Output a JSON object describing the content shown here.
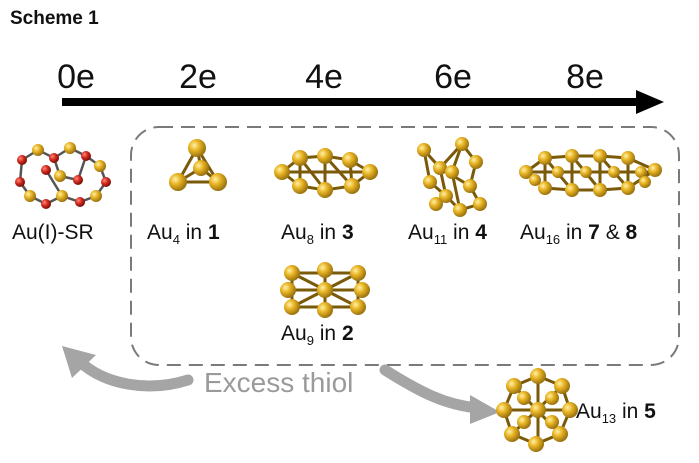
{
  "title": "Scheme 1",
  "electron_axis": [
    "0e",
    "2e",
    "4e",
    "6e",
    "8e"
  ],
  "clusters": [
    {
      "id": "au-sr",
      "base": "Au(I)-SR",
      "sub": "",
      "in": "",
      "num": "",
      "amp": "",
      "num2": ""
    },
    {
      "id": "au4",
      "base": "Au",
      "sub": "4",
      "in": " in ",
      "num": "1",
      "amp": "",
      "num2": ""
    },
    {
      "id": "au8",
      "base": "Au",
      "sub": "8",
      "in": " in ",
      "num": "3",
      "amp": "",
      "num2": ""
    },
    {
      "id": "au11",
      "base": "Au",
      "sub": "11",
      "in": " in ",
      "num": "4",
      "amp": "",
      "num2": ""
    },
    {
      "id": "au16",
      "base": "Au",
      "sub": "16",
      "in": " in ",
      "num": "7",
      "amp": " & ",
      "num2": "8"
    },
    {
      "id": "au9",
      "base": "Au",
      "sub": "9",
      "in": " in ",
      "num": "2",
      "amp": "",
      "num2": ""
    },
    {
      "id": "au13",
      "base": "Au",
      "sub": "13",
      "in": " in ",
      "num": "5",
      "amp": "",
      "num2": ""
    }
  ],
  "excess_label": "Excess thiol",
  "colors": {
    "gold": "#e8b423",
    "gold_dark": "#9c7410",
    "sulfur": "#d42a1e",
    "arrow": "#000000",
    "dash": "#7a7a7a",
    "grey_arrow": "#a5a5a5"
  }
}
